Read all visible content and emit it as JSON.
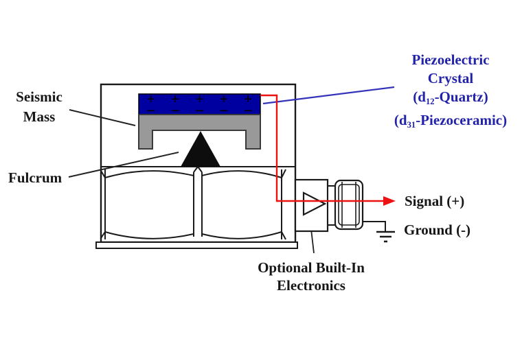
{
  "diagram_title": "Piezoelectric accelerometer cross-section diagram",
  "labels": {
    "seismic_mass": {
      "line1": "Seismic",
      "line2": "Mass"
    },
    "fulcrum": "Fulcrum",
    "crystal": {
      "line1": "Piezoelectric",
      "line2": "Crystal",
      "line3_pre": "(d",
      "line3_sub": "12",
      "line3_post": "-Quartz)",
      "line4_pre": "(d",
      "line4_sub": "31",
      "line4_post": "-Piezoceramic)"
    },
    "signal": "Signal (+)",
    "ground": "Ground (-)",
    "electronics": {
      "line1": "Optional Built-In",
      "line2": "Electronics"
    }
  },
  "crystal_marks": {
    "plus": [
      "+",
      "+",
      "+",
      "+",
      "+"
    ],
    "minus": [
      "−",
      "−",
      "−",
      "−",
      "−"
    ]
  },
  "colors": {
    "crystal_blue": "#0000a0",
    "mass_gray": "#999999",
    "label_blue": "#2222aa",
    "leader_blue": "#3333bb",
    "signal_red": "#ee1111",
    "outline": "#1a1a1a",
    "text": "#161616"
  }
}
